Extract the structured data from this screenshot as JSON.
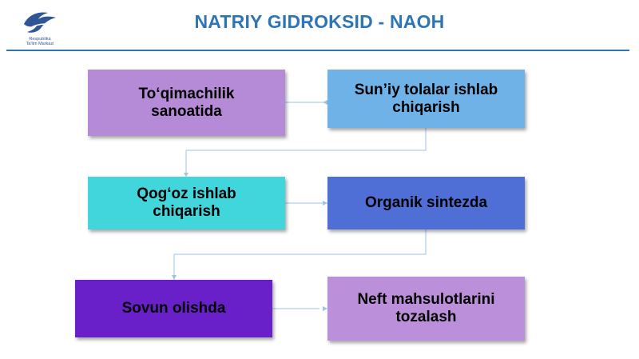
{
  "header": {
    "title": "NATRIY GIDROKSID - NAOH",
    "logo_line1": "Respublika",
    "logo_line2": "Ta'lim Markazi"
  },
  "boxes": [
    {
      "label": "To‘qimachilik sanoatida",
      "color": "#b58ad6"
    },
    {
      "label": "Sun’iy tolalar ishlab chiqarish",
      "color": "#6fb2e8"
    },
    {
      "label": "Qog‘oz ishlab chiqarish",
      "color": "#41d6dc"
    },
    {
      "label": "Organik sintezda",
      "color": "#4f6ed6"
    },
    {
      "label": "Sovun olishda",
      "color": "#6a20c8"
    },
    {
      "label": "Neft mahsulotlarini tozalash",
      "color": "#bb8fd9"
    }
  ],
  "colors": {
    "title": "#2e75b6",
    "connector": "#9dc3e6"
  },
  "icons": {
    "logo": "dove-icon"
  }
}
